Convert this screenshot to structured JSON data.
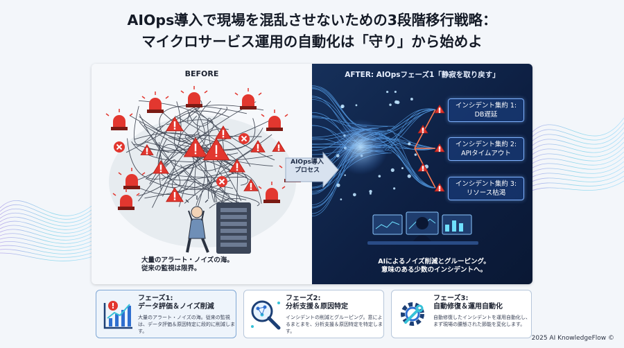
{
  "title": {
    "line1": "AIOps導入で現場を混乱させないための3段階移行戦略：",
    "line2": "マイクロサービス運用の自動化は「守り」から始めよ"
  },
  "before": {
    "label": "BEFORE",
    "caption_line1": "大量のアラート・ノイズの海。",
    "caption_line2": "従来の監視は限界。"
  },
  "process": {
    "line1": "AIOps導入",
    "line2": "プロセス"
  },
  "after": {
    "label": "AFTER: AIOpsフェーズ1「静寂を取り戻す」",
    "incidents": [
      {
        "line1": "インシデント集約 1:",
        "line2": "DB遅延"
      },
      {
        "line1": "インシデント集約 2:",
        "line2": "APIタイムアウト"
      },
      {
        "line1": "インシデント集約 3:",
        "line2": "リソース枯渇"
      }
    ],
    "caption_line1": "AIによるノイズ削減とグルーピング。",
    "caption_line2": "意味のある少数のインシデントへ。"
  },
  "phases": [
    {
      "name": "フェーズ1:",
      "subtitle": "データ評価＆ノイズ削減",
      "description": "大量のアラート・ノイズの海。従来の監視は、データ評価＆原因特定に段的に削減します。",
      "icon": "chart-alert-icon"
    },
    {
      "name": "フェーズ2:",
      "subtitle": "分析支援＆原因特定",
      "description": "インシデントの削減とグルーピング。意によるまとまを、分析支援＆原因特定を特定します。",
      "icon": "magnifier-network-icon"
    },
    {
      "name": "フェーズ3:",
      "subtitle": "自動修復＆運用自動化",
      "description": "自動修復したインシデントを運用自動化し、まず現場の腰態された節能を変化します。",
      "icon": "gear-wrench-icon"
    }
  ],
  "footer": "2025 AI KnowledgeFlow ©",
  "colors": {
    "alert_red": "#e2372f",
    "after_bg": "#0d1f42",
    "glow_blue": "#5fb0ff",
    "accent_teal": "#37c2d8"
  }
}
